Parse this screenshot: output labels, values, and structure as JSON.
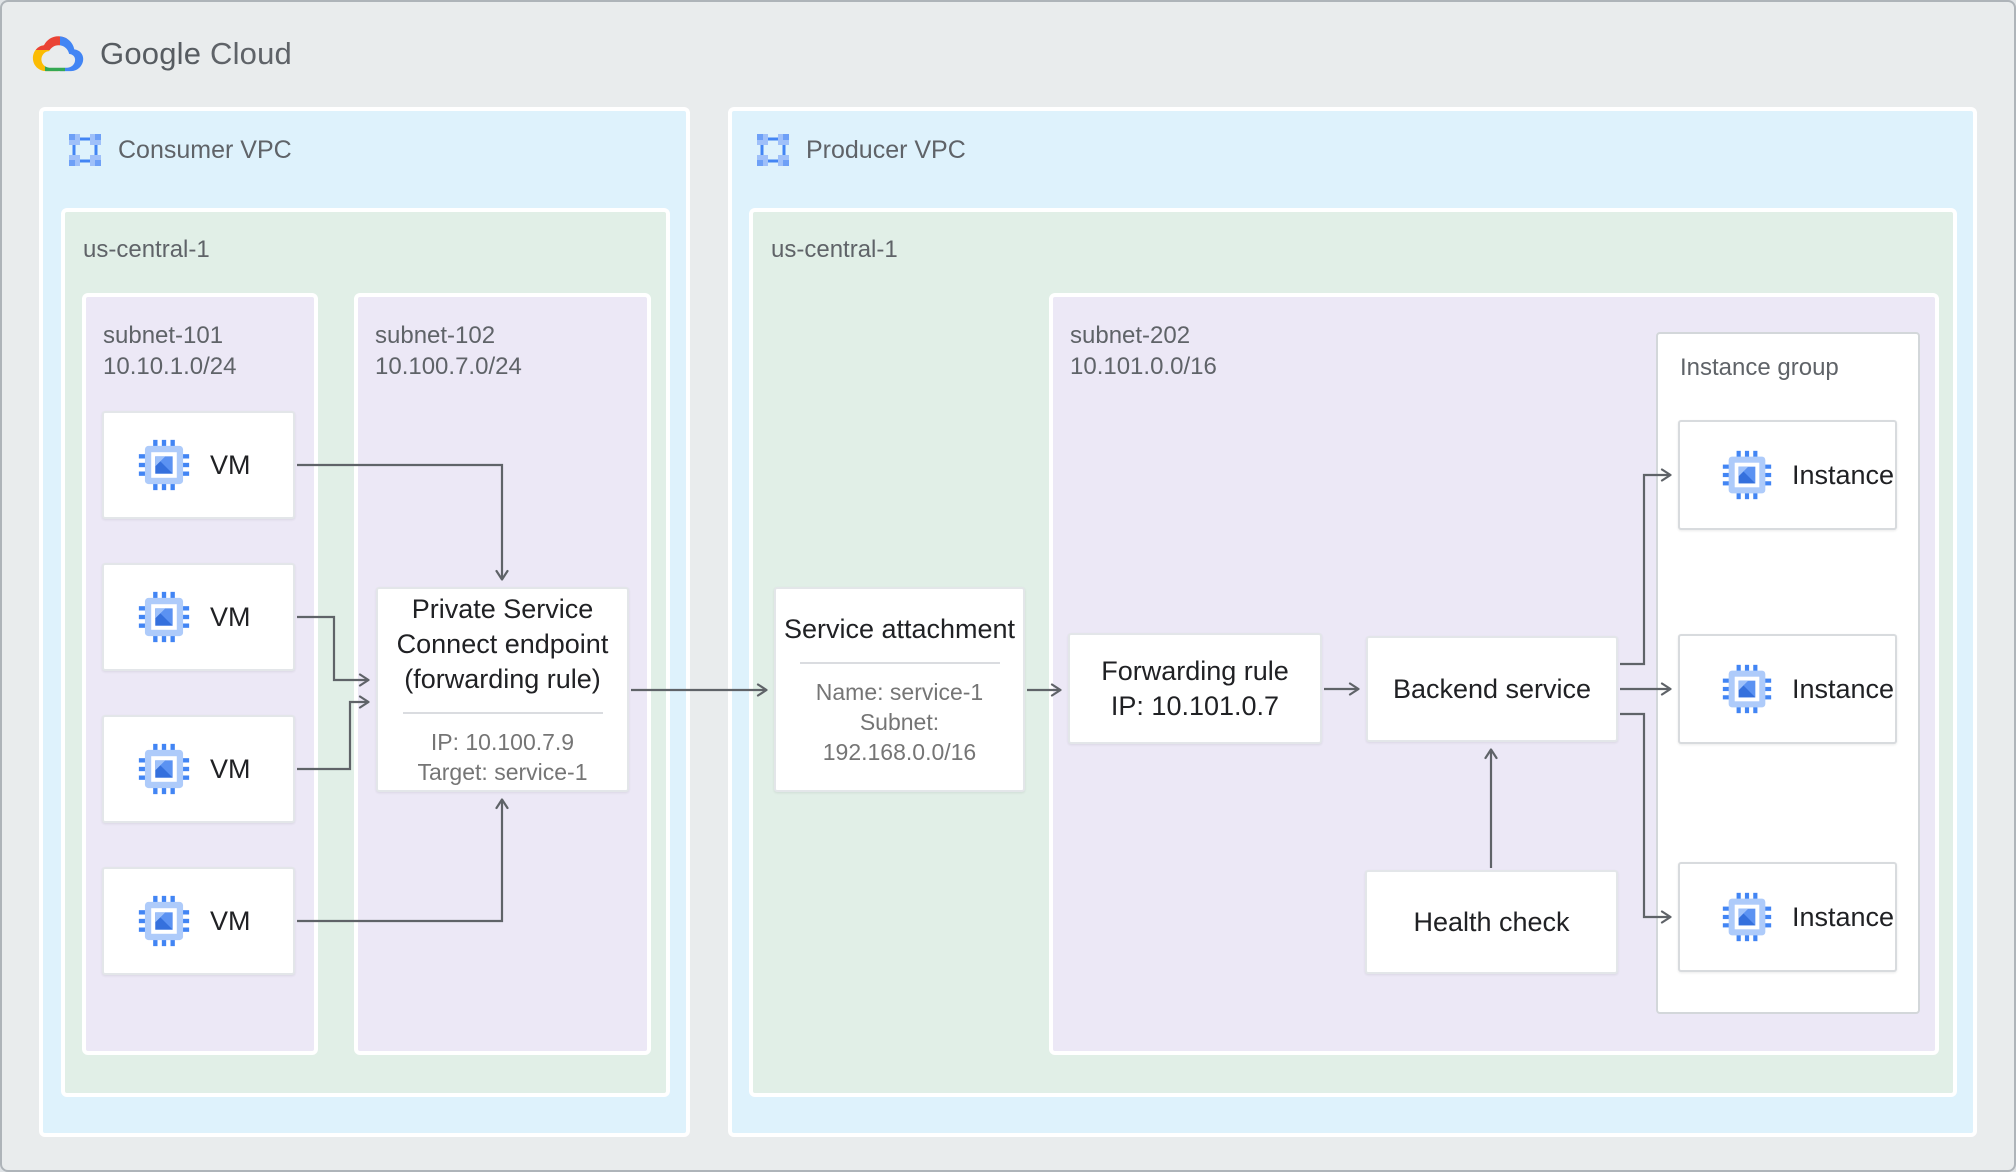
{
  "logo": {
    "google": "Google",
    "cloud": "Cloud"
  },
  "consumer": {
    "vpc_label": "Consumer VPC",
    "region_label": "us-central-1",
    "subnet1": {
      "name": "subnet-101",
      "cidr": "10.10.1.0/24"
    },
    "subnet2": {
      "name": "subnet-102",
      "cidr": "10.100.7.0/24"
    },
    "vm_labels": [
      "VM",
      "VM",
      "VM",
      "VM"
    ],
    "psc": {
      "title": "Private Service\nConnect endpoint\n(forwarding rule)",
      "details": "IP: 10.100.7.9\nTarget: service-1"
    }
  },
  "producer": {
    "vpc_label": "Producer VPC",
    "region_label": "us-central-1",
    "subnet": {
      "name": "subnet-202",
      "cidr": "10.101.0.0/16"
    },
    "service_attachment": {
      "title": "Service attachment",
      "details": "Name: service-1\nSubnet:\n192.168.0.0/16"
    },
    "forwarding_rule": {
      "title": "Forwarding rule\nIP: 10.101.0.7"
    },
    "backend_service": {
      "title": "Backend service"
    },
    "health_check": {
      "title": "Health check"
    },
    "instance_group": {
      "label": "Instance group",
      "instances": [
        "Instance",
        "Instance",
        "Instance"
      ]
    }
  },
  "colors": {
    "vpc_bg": "#def2fc",
    "region_bg": "#e1efe7",
    "subnet_bg": "#ece8f6",
    "canvas_bg": "#e9eced",
    "arrow": "#5f6368",
    "text_primary": "#202124",
    "text_secondary": "#5f6368",
    "google_blue": "#4285f4",
    "google_red": "#ea4335",
    "google_yellow": "#fbbc04",
    "google_green": "#34a853"
  }
}
